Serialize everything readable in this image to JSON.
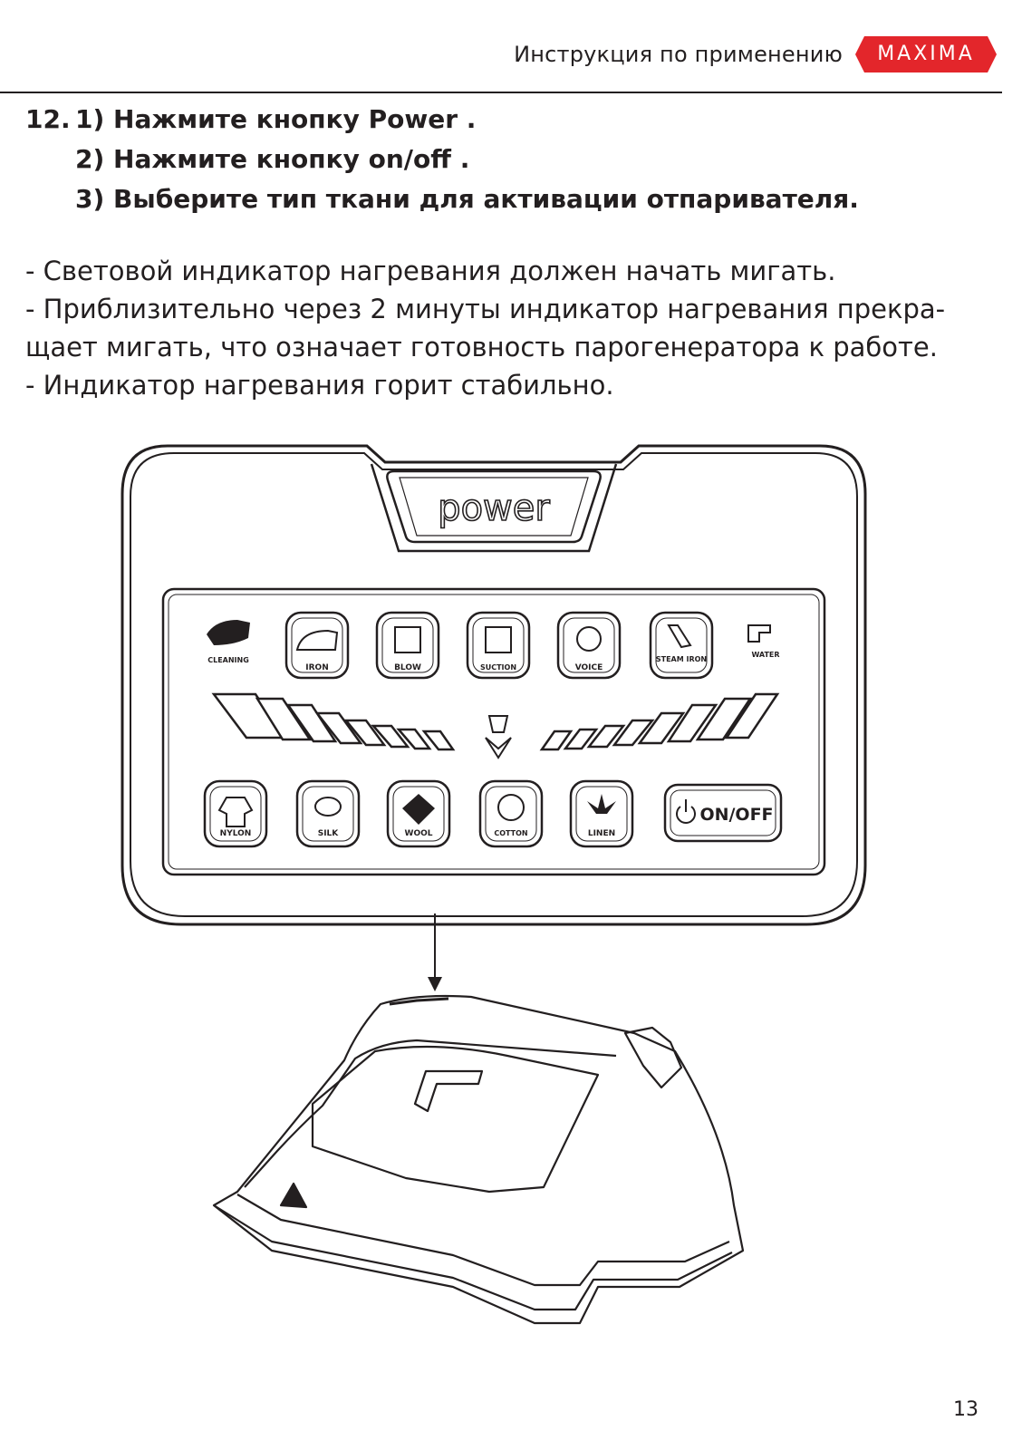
{
  "header": {
    "title": "Инструкция по применению",
    "brand": "MAXIMA",
    "brand_color": "#e3262b"
  },
  "steps": [
    {
      "num": "12.",
      "text": "1) Нажмите кнопку Power ."
    },
    {
      "num": "",
      "text": "2) Нажмите кнопку on/off ."
    },
    {
      "num": "",
      "text": "3) Выберите тип ткани для активации отпаривателя."
    }
  ],
  "notes": [
    "- Световой индикатор нагревания должен начать мигать.",
    "- Приблизительно через 2 минуты индикатор нагревания прекра-щает мигать, что означает готовность парогенератора к работе.",
    "- Индикатор нагревания горит стабильно."
  ],
  "panel": {
    "power_label": "power",
    "top_buttons": [
      {
        "label": "CLEANING",
        "icon": "cleaning-icon"
      },
      {
        "label": "IRON",
        "icon": "iron-icon"
      },
      {
        "label": "BLOW",
        "icon": "blow-icon"
      },
      {
        "label": "SUCTION",
        "icon": "suction-icon"
      },
      {
        "label": "VOICE",
        "icon": "voice-icon"
      },
      {
        "label": "STEAM IRON",
        "icon": "steam-iron-icon"
      },
      {
        "label": "WATER",
        "icon": "water-tap-icon"
      }
    ],
    "fabric_buttons": [
      {
        "label": "NYLON",
        "icon": "shirt-icon"
      },
      {
        "label": "SILK",
        "icon": "silk-icon"
      },
      {
        "label": "WOOL",
        "icon": "wool-icon"
      },
      {
        "label": "COTTON",
        "icon": "cotton-icon"
      },
      {
        "label": "LINEN",
        "icon": "linen-icon"
      }
    ],
    "onoff_label": "ON/OFF"
  },
  "page_number": "13"
}
